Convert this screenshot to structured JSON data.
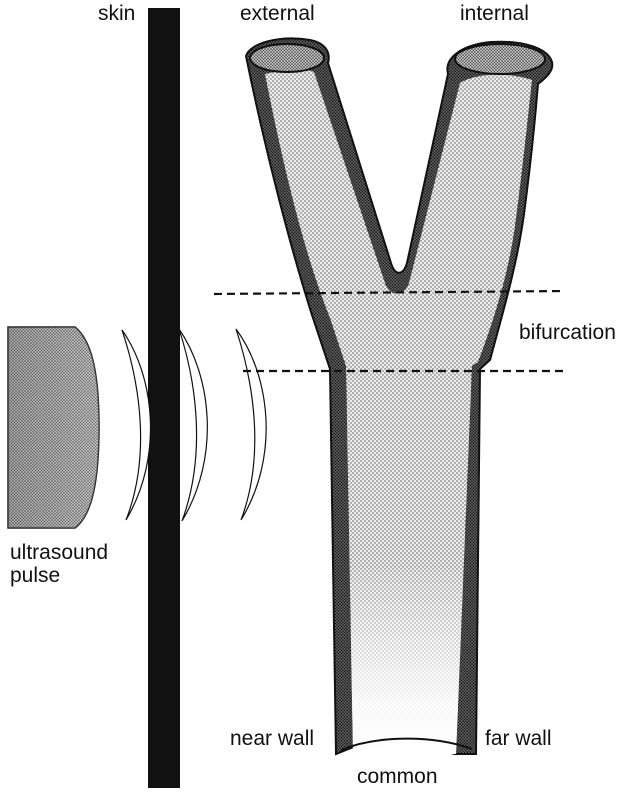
{
  "labels": {
    "skin": "skin",
    "external": "external",
    "internal": "internal",
    "bifurcation": "bifurcation",
    "ultrasound_pulse": "ultrasound\npulse",
    "near_wall": "near wall",
    "far_wall": "far wall",
    "common": "common"
  },
  "colors": {
    "ink": "#111111",
    "wall": "#3f3f3f",
    "lumen": "#d9d9d9",
    "pulse_source": "#8d8d8d",
    "background": "#ffffff"
  }
}
